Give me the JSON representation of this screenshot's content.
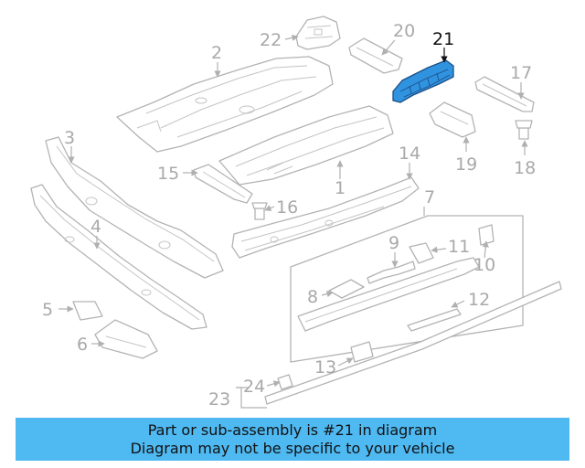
{
  "diagram": {
    "highlighted_part": "21",
    "callouts": [
      "1",
      "2",
      "3",
      "4",
      "5",
      "6",
      "7",
      "8",
      "9",
      "10",
      "11",
      "12",
      "13",
      "14",
      "15",
      "16",
      "17",
      "18",
      "19",
      "20",
      "21",
      "22",
      "23",
      "24"
    ]
  },
  "banner": {
    "line1": "Part or sub-assembly is #21 in diagram",
    "line2": "Diagram may not be specific to your vehicle",
    "color": "#4fb9f2"
  },
  "colors": {
    "highlight": "#2f93e0",
    "line_art": "#b3b3b3"
  }
}
